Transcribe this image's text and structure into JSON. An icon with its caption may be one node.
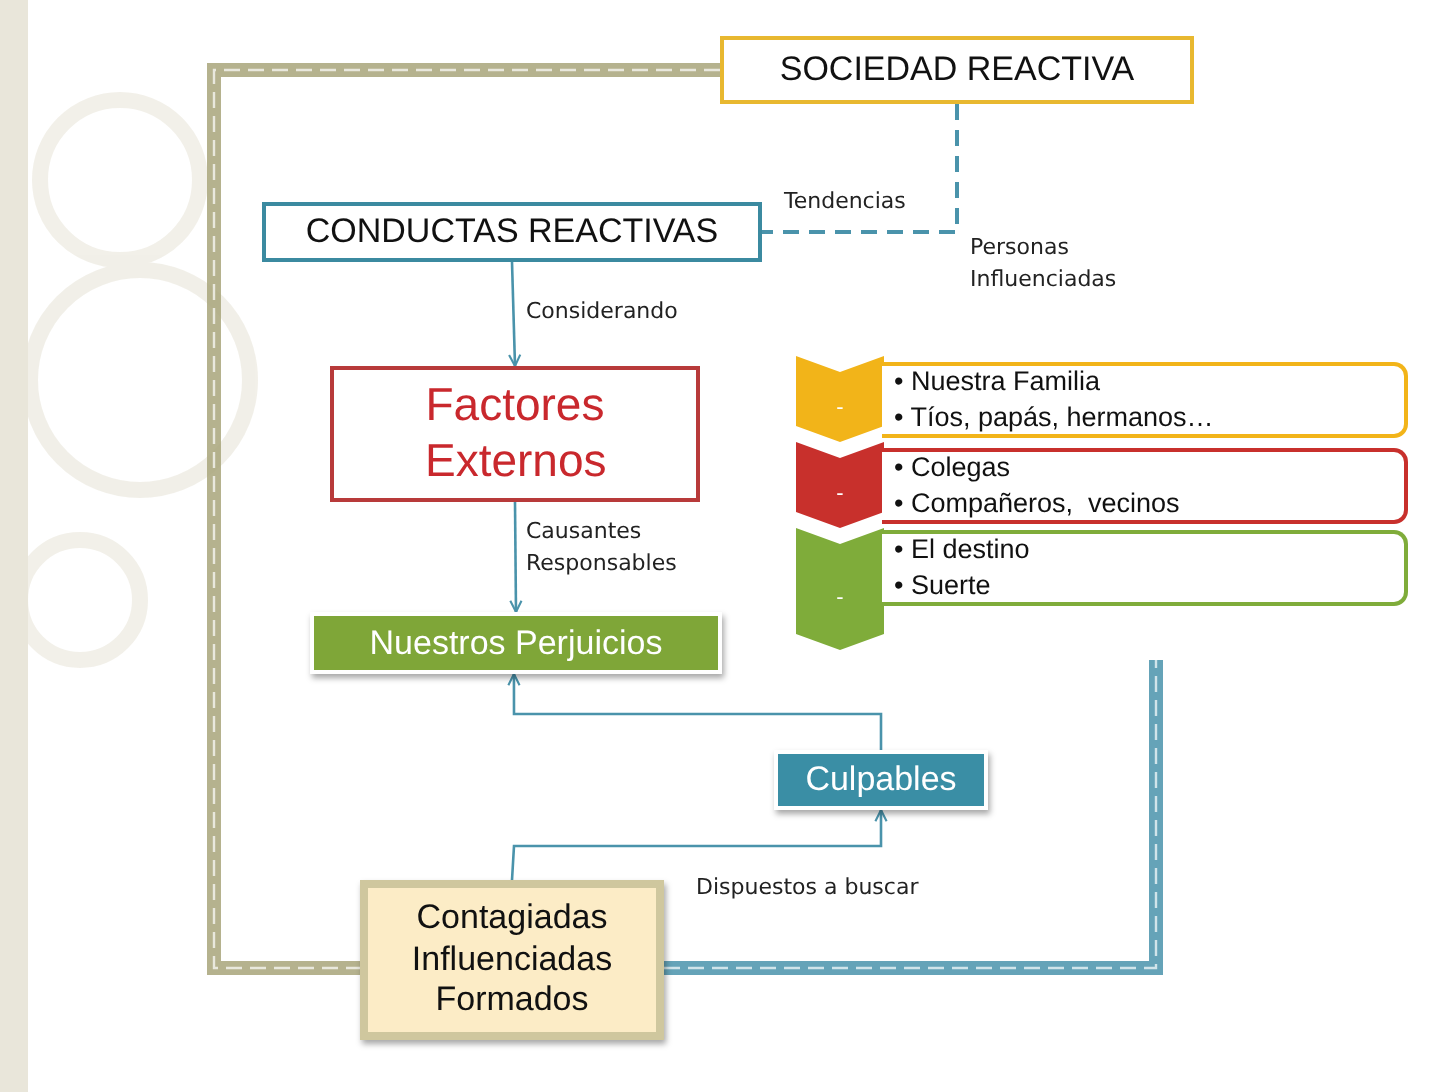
{
  "diagram": {
    "nodes": [
      {
        "text": [
          "SOCIEDAD REACTIVA"
        ]
      },
      {
        "text": [
          "CONDUCTAS REACTIVAS"
        ]
      },
      {
        "text": [
          "Factores Externos"
        ]
      },
      {
        "text": [
          "Nuestros Perjuicios"
        ]
      },
      {
        "text": [
          "Culpables"
        ]
      },
      {
        "text": [
          "Contagiadas Influenciadas Formados"
        ]
      },
      {
        "text": [
          "-"
        ]
      },
      {
        "text": [
          "• Nuestra Familia",
          "• Tíos, papás, hermanos…"
        ]
      },
      {
        "text": [
          "-"
        ]
      },
      {
        "text": [
          "• Colegas",
          "• Compañeros,  vecinos"
        ]
      },
      {
        "text": [
          "-"
        ]
      },
      {
        "text": [
          "• El destino",
          "• Suerte"
        ]
      }
    ],
    "edges": [
      {
        "from": 0,
        "to": 1,
        "arrow": "none",
        "label": "Tendencias",
        "style": "dashed"
      },
      {
        "from": 1,
        "to": 2,
        "arrow": "to",
        "label": "Considerando"
      },
      {
        "from": 2,
        "to": 3,
        "arrow": "to",
        "label": "Causantes Responsables"
      },
      {
        "from": 4,
        "to": 3,
        "arrow": "to"
      },
      {
        "from": 5,
        "to": 4,
        "arrow": "to",
        "label": "Dispuestos a buscar"
      },
      {
        "from": 0,
        "to": 5,
        "arrow": "none",
        "style": "thick",
        "color": "#a8a47a"
      },
      {
        "from": 5,
        "to": null,
        "arrow": "none",
        "style": "thick"
      }
    ],
    "labels": [
      "Personas Influenciadas"
    ]
  }
}
